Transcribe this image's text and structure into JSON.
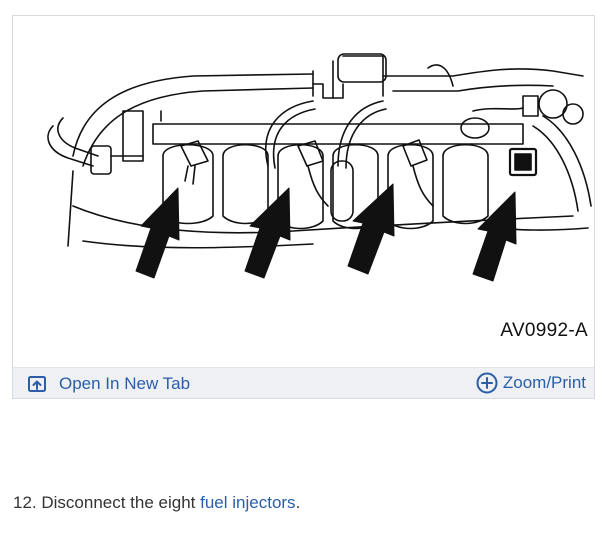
{
  "figure": {
    "code_label": "AV0992-A",
    "open_tab_label": "Open In New Tab",
    "zoom_print_label": "Zoom/Print",
    "icons": {
      "open_tab": "open-in-new-tab-icon",
      "zoom": "zoom-plus-circle-icon"
    },
    "colors": {
      "link": "#2a5ea8",
      "toolbar_bg": "#eef0f3"
    }
  },
  "step": {
    "prefix": "12. Disconnect the eight ",
    "link_text": "fuel injectors",
    "suffix": "."
  }
}
